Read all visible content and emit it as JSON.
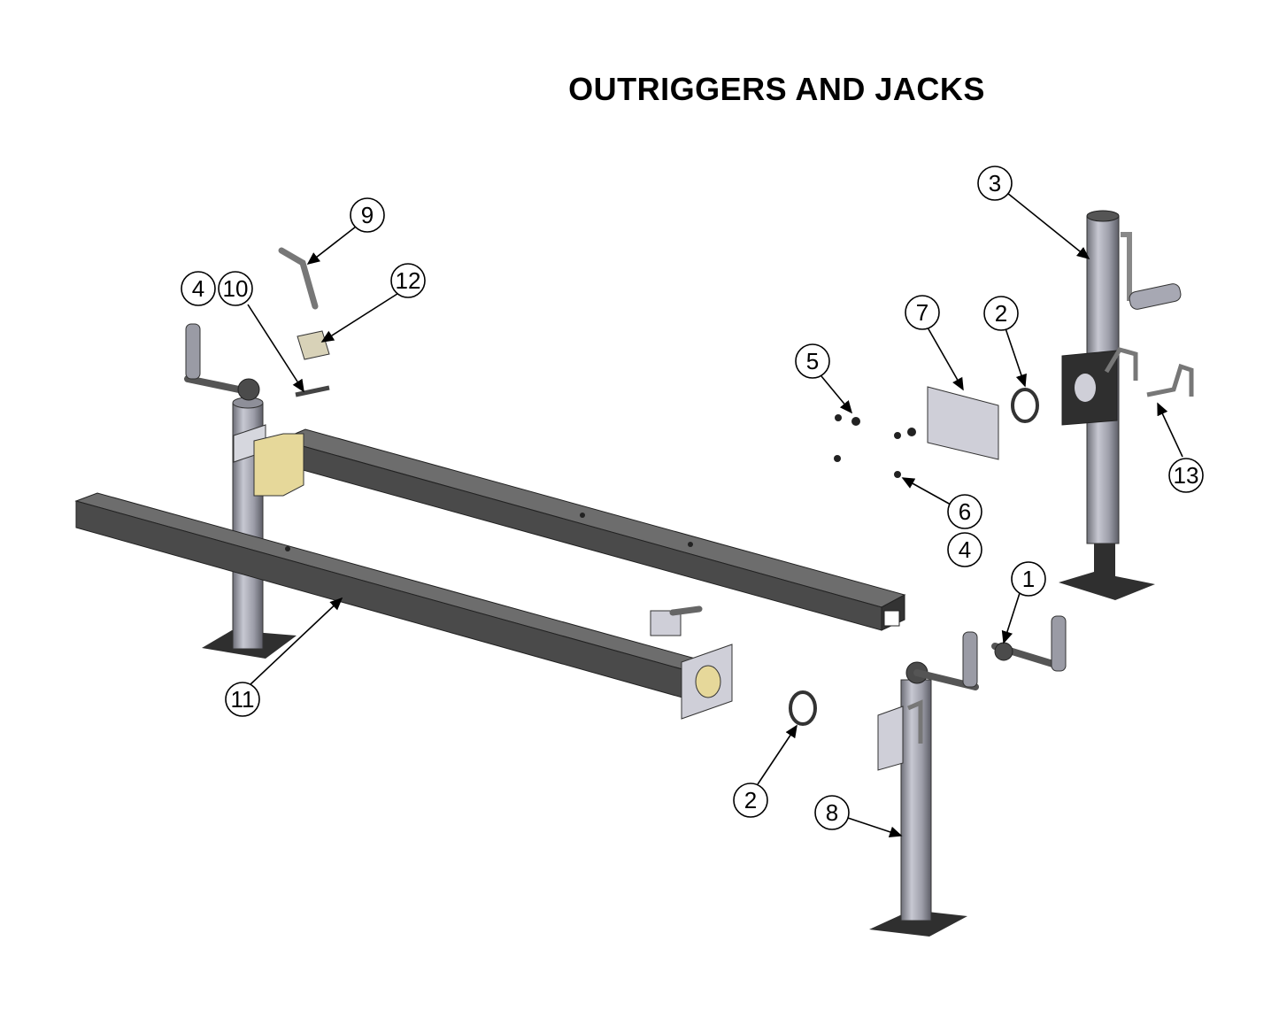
{
  "title": "OUTRIGGERS AND JACKS",
  "callouts": [
    {
      "id": "c3",
      "label": "3"
    },
    {
      "id": "c7",
      "label": "7"
    },
    {
      "id": "c2a",
      "label": "2"
    },
    {
      "id": "c5",
      "label": "5"
    },
    {
      "id": "c13",
      "label": "13"
    },
    {
      "id": "c6",
      "label": "6"
    },
    {
      "id": "c4b",
      "label": "4"
    },
    {
      "id": "c1",
      "label": "1"
    },
    {
      "id": "c9",
      "label": "9"
    },
    {
      "id": "c4a",
      "label": "4"
    },
    {
      "id": "c10",
      "label": "10"
    },
    {
      "id": "c12",
      "label": "12"
    },
    {
      "id": "c11",
      "label": "11"
    },
    {
      "id": "c2b",
      "label": "2"
    },
    {
      "id": "c8",
      "label": "8"
    }
  ],
  "colors": {
    "beam": "#4a4a4a",
    "beam_top": "#6d6d6d",
    "jack": "#a7a8b3",
    "jack_shade": "#6e6f78",
    "plate": "#cfcfd8",
    "yellow": "#e6d89a",
    "foot": "#2f2f2f"
  }
}
